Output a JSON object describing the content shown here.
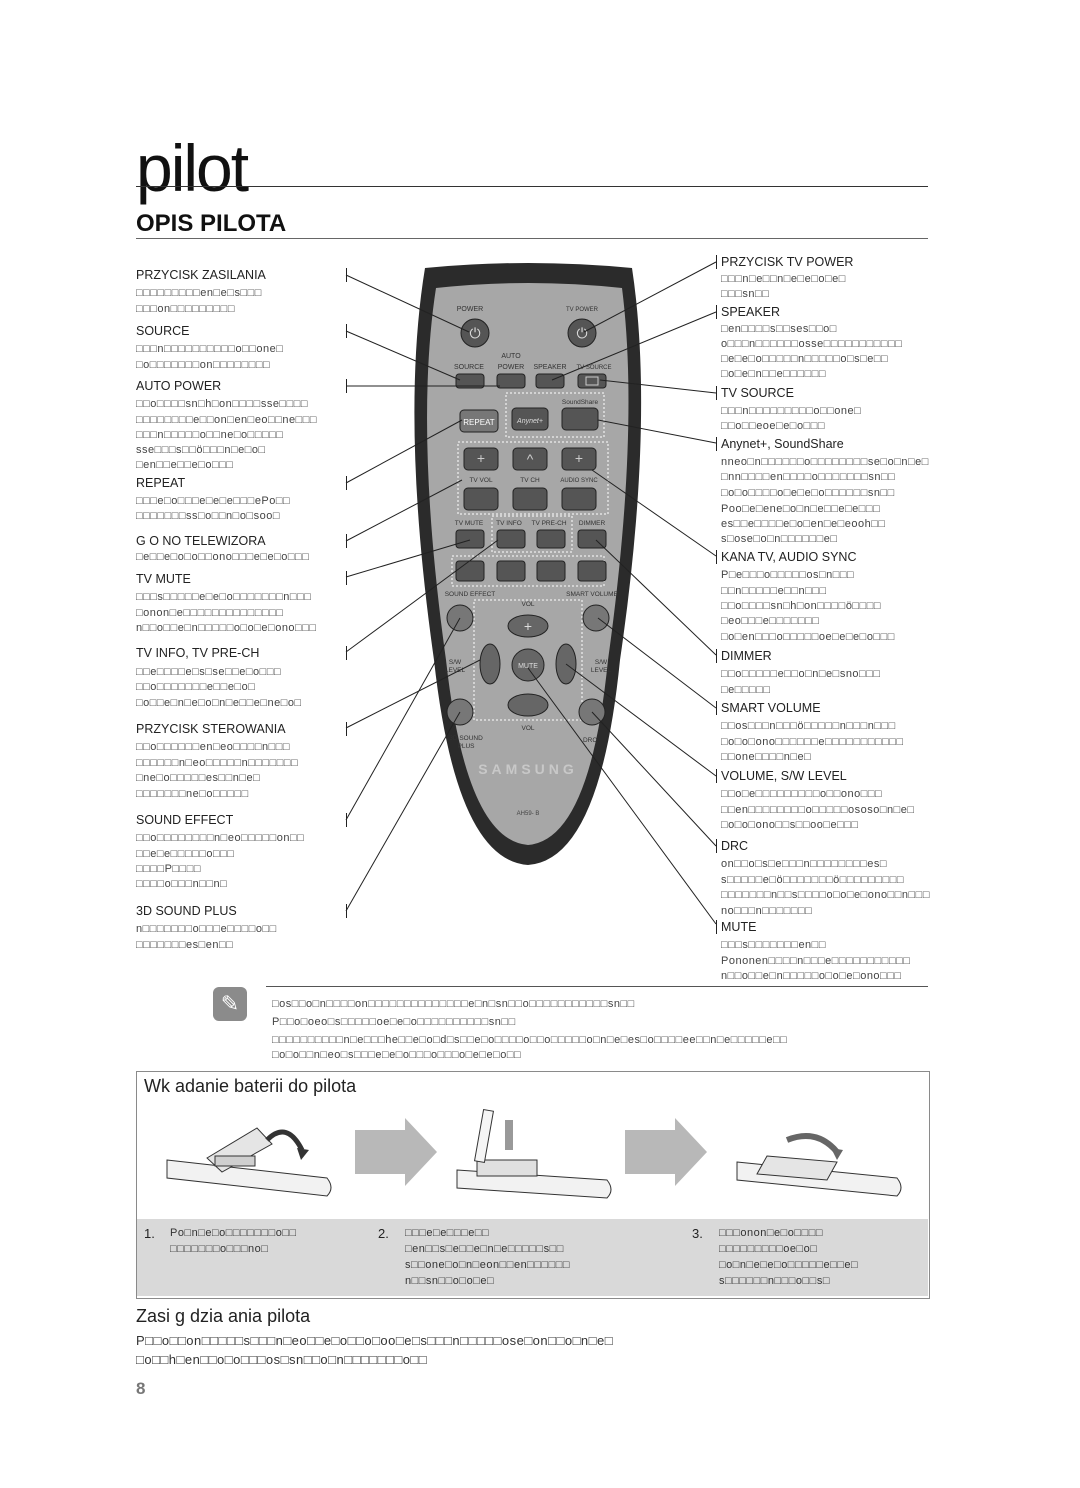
{
  "header": {
    "title": "pilot",
    "section": "OPIS PILOTA"
  },
  "left_labels": [
    {
      "label": "PRZYCISK ZASILANIA",
      "lines": [
        "□□□□□□□□□en□e□s□□□",
        "□□□on□□□□□□□□□"
      ]
    },
    {
      "label": "SOURCE",
      "lines": [
        "□□□n□□□□□□□□□□o□□one□",
        "□o□□□□□□□on□□□□□□□□"
      ]
    },
    {
      "label": "AUTO POWER",
      "lines": [
        "□□o□□□□sn□h□on□□□□sse□□□□",
        "□□□□□□□□e□□on□en□eo□□ne□□□",
        "□□□n□□□□□o□□ne□o□□□□□",
        "sse□□□s□□ö□□□n□e□o□",
        "□en□□e□□e□o□□□"
      ]
    },
    {
      "label": "REPEAT",
      "lines": [
        "□□□e□o□□□e□e□e□□□ePo□□",
        "□□□□□□□ss□o□□n□o□soo□"
      ]
    },
    {
      "label": "G O NO   TELEWIZORA",
      "lines": [
        "□e□□e□o□o□□ono□□□e□e□o□□□"
      ]
    },
    {
      "label": "TV MUTE",
      "lines": [
        "□□□s□□□□□e□e□o□□□□□□□n□□□",
        "□onon□e□□□□□□□□□□□□□□",
        "n□□o□□e□n□□□□□o□o□e□ono□□□"
      ]
    },
    {
      "label": "TV INFO, TV PRE-CH",
      "lines": [
        "□□e□□□□e□s□se□□e□o□□□",
        "□□o□□□□□□□e□□e□o□",
        "□o□□e□n□e□o□n□e□□e□ne□o□"
      ]
    },
    {
      "label": "PRZYCISK STEROWANIA",
      "lines": [
        "□□o□□□□□□en□eo□□□□n□□□",
        "□□□□□□n□eo□□□□□n□□□□□□□",
        "□ne□o□□□□□es□□n□e□",
        "□□□□□□□ne□o□□□□□"
      ]
    },
    {
      "label": "SOUND EFFECT",
      "lines": [
        "□□o□□□□□□□□n□eo□□□□□on□□",
        "□□e□e□□□□□o□□□",
        "□□□□P□□□□",
        "□□□□o□□□n□□n□"
      ]
    },
    {
      "label": "3D SOUND PLUS",
      "lines": [
        "n□□□□□□□o□□□e□□□□o□□",
        "□□□□□□□es□en□□"
      ]
    }
  ],
  "right_labels": [
    {
      "label": "PRZYCISK TV POWER",
      "lines": [
        "□□□n□e□□n□e□e□o□e□",
        "□□□sn□□"
      ]
    },
    {
      "label": "SPEAKER",
      "lines": [
        "□en□□□□s□□ses□□o□",
        "o□□□n□□□□□□osse□□□□□□□□□□□",
        "□e□e□o□□□□□n□□□□□o□s□e□□",
        "□o□e□n□□e□□□□□□"
      ]
    },
    {
      "label": "TV SOURCE",
      "lines": [
        "□□□n□□□□□□□□□o□□one□",
        "□□o□□eoe□e□o□□□"
      ]
    },
    {
      "label": "Anynet+, SoundShare",
      "lines": [
        "nneo□n□□□□□□o□□□□□□□□se□o□n□e□",
        "□nn□□□□en□□□□o□□□□□□□sn□□",
        "□o□o□□□□o□e□e□o□□□□□□sn□□",
        "Poo□e□ene□o□n□e□□e□e□□□",
        "es□□e□□□□e□o□en□e□eooh□□",
        "s□ose□o□n□□□□□□e□"
      ]
    },
    {
      "label": "KANA  TV,  AUDIO SYNC",
      "lines": [
        "P□e□□□o□□□□□os□n□□□",
        "□□n□□□□□e□□n□□□",
        "□□o□□□□sn□h□on□□□□ö□□□□",
        "□eo□□□e□□□□□□□",
        "□o□en□□□o□□□□□oe□e□e□o□□□"
      ]
    },
    {
      "label": "DIMMER",
      "lines": [
        "□□o□□□□□e□□o□n□e□sno□□□",
        "□e□□□□□"
      ]
    },
    {
      "label": "SMART VOLUME",
      "lines": [
        "□□os□□□n□□□ö□□□□□n□□□n□□□",
        "□o□o□ono□□□□□□e□□□□□□□□□□□",
        "□□one□□□□n□e□"
      ]
    },
    {
      "label": "VOLUME, S/W LEVEL",
      "lines": [
        "□□o□e□□□□□□□□□o□□ono□□□",
        "□□en□□□□□□□□o□□□□□ososo□n□e□",
        "□o□o□ono□□s□□oo□e□□□"
      ]
    },
    {
      "label": "DRC",
      "lines": [
        "on□□o□s□e□□□n□□□□□□□□es□",
        "s□□□□□e□ö□□□□□□□ö□□□□□□□□□",
        "□□□□□□□n□□s□□□□o□o□e□ono□□n□□□",
        "no□□□n□□□□□□□"
      ]
    },
    {
      "label": "MUTE",
      "lines": [
        "□□□s□□□□□□□en□□",
        "Pononen□□□□n□□□e□□□□□□□□□□□",
        "n□□o□□e□n□□□□□o□o□e□ono□□□"
      ]
    }
  ],
  "remote": {
    "power": "POWER",
    "tv_power": "TV POWER",
    "auto": "AUTO",
    "source": "SOURCE",
    "auto_power": "POWER",
    "speaker": "SPEAKER",
    "tv_source": "TV SOURCE",
    "repeat": "REPEAT",
    "soundshare": "SoundShare",
    "anynet": "Anynet+",
    "tv_vol": "TV VOL",
    "tv_ch": "TV CH",
    "audio_sync": "AUDIO SYNC",
    "tv_mute": "TV MUTE",
    "tv_info": "TV INFO",
    "tv_prech": "TV PRE-CH",
    "dimmer": "DIMMER",
    "sound_effect": "SOUND EFFECT",
    "smart_volume": "SMART VOLUME",
    "vol": "VOL",
    "sw_level_left": [
      "S/W",
      "LEVEL"
    ],
    "sw_level_right": [
      "S/W",
      "LEVEL"
    ],
    "mute": "MUTE",
    "sound_3d": [
      "3D SOUND",
      "PLUS"
    ],
    "drc": "DRC",
    "brand": "SAMSUNG",
    "model": "AH59-    B"
  },
  "notes": [
    "□os□□o□n□□□□on□□□□□□□□□□□□□□e□n□sn□□o□□□□□□□□□□□sn□□",
    "P□□o□oeo□s□□□□□oe□e□o□□□□□□□□□□sn□□",
    "□□□□□□□□□□n□e□□□he□□e□o□d□s□□e□o□□□□o□□o□□□□□o□n□e□es□o□□□□ee□□n□e□□□□□e□□",
    "□o□o□□n□eo□s□□□e□e□o□□□o□□□o□e□e□o□□"
  ],
  "battery": {
    "title": "Wk adanie baterii do pilota",
    "steps": [
      {
        "num": "1.",
        "lines": [
          "Po□n□e□o□□□□□□□o□□",
          "□□□□□□□o□□□no□"
        ]
      },
      {
        "num": "2.",
        "lines": [
          "□□□e□e□□□e□□",
          "□en□□s□e□□e□n□e□□□□□s□□",
          "s□□one□o□n□eon□□en□□□□□□",
          "n□□sn□□o□o□e□"
        ]
      },
      {
        "num": "3.",
        "lines": [
          "□□□onon□e□o□□□□",
          "□□□□□□□□□oe□o□",
          "□o□n□e□e□o□□□□□e□□e□",
          "s□□□□□□n□□□o□□s□"
        ]
      }
    ]
  },
  "range": {
    "title": "Zasi g dzia ania pilota",
    "lines": [
      "P□□o□□on□□□□□s□□□n□eo□□e□o□□o□oo□e□s□□□n□□□□□ose□on□□o□n□e□",
      "□o□□h□en□□o□o□□□os□sn□□o□n□□□□□□□o□□"
    ]
  },
  "page_number": "8"
}
